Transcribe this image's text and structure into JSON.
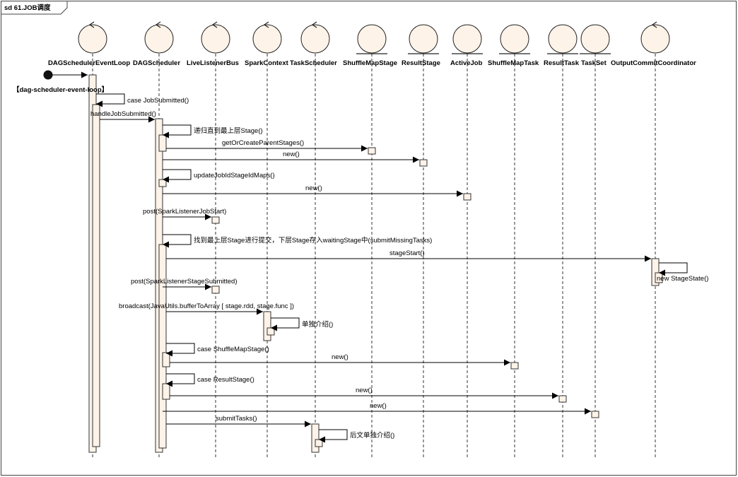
{
  "frame": {
    "title": "sd 61.JOB调度"
  },
  "colors": {
    "activation": "#fdf3e8",
    "lifeline_head": "#fdf3e8",
    "accent_text": "#cc0000",
    "line": "#000000"
  },
  "participants": [
    {
      "id": "loop",
      "label": "DAGSchedulerEventLoop",
      "icon": "control-icon"
    },
    {
      "id": "dag",
      "label": "DAGScheduler",
      "icon": "control-icon"
    },
    {
      "id": "llb",
      "label": "LiveListenerBus",
      "icon": "control-icon"
    },
    {
      "id": "sc",
      "label": "SparkContext",
      "icon": "control-icon"
    },
    {
      "id": "ts",
      "label": "TaskScheduler",
      "icon": "control-icon"
    },
    {
      "id": "sms",
      "label": "ShuffleMapStage",
      "icon": "entity-icon"
    },
    {
      "id": "rs",
      "label": "ResultStage",
      "icon": "entity-icon"
    },
    {
      "id": "aj",
      "label": "ActiveJob",
      "icon": "entity-icon"
    },
    {
      "id": "smt",
      "label": "ShuffleMapTask",
      "icon": "entity-icon"
    },
    {
      "id": "rt",
      "label": "ResultTask",
      "icon": "entity-icon"
    },
    {
      "id": "tset",
      "label": "TaskSet",
      "icon": "entity-icon"
    },
    {
      "id": "occ",
      "label": "OutputCommitCoordinator",
      "icon": "control-icon"
    }
  ],
  "thread_label": "【dag-scheduler-event-loop】",
  "messages": [
    {
      "id": "m1",
      "text": "case JobSubmitted()",
      "from": "loop",
      "to": "loop",
      "kind": "self"
    },
    {
      "id": "m2",
      "text": "handleJobSubmitted()",
      "from": "loop",
      "to": "dag",
      "kind": "call"
    },
    {
      "id": "m3",
      "text": "递归直到最上层Stage()",
      "from": "dag",
      "to": "dag",
      "kind": "self"
    },
    {
      "id": "m4",
      "text": "getOrCreateParentStages()",
      "from": "dag",
      "to": "sms",
      "kind": "call"
    },
    {
      "id": "m5",
      "text": "new()",
      "from": "dag",
      "to": "rs",
      "kind": "call"
    },
    {
      "id": "m6",
      "text": "updateJobIdStageIdMaps()",
      "from": "dag",
      "to": "dag",
      "kind": "self"
    },
    {
      "id": "m7",
      "text": "new()",
      "from": "dag",
      "to": "aj",
      "kind": "call"
    },
    {
      "id": "m8",
      "text": "post(SparkListenerJobStart)",
      "from": "dag",
      "to": "llb",
      "kind": "call"
    },
    {
      "id": "m9",
      "text": "找到最上层Stage进行提交，下层Stage存入waitingStage中(submitMissingTasks)",
      "from": "dag",
      "to": "dag",
      "kind": "self",
      "highlight": true
    },
    {
      "id": "m10",
      "text": "stageStart()",
      "from": "dag",
      "to": "occ",
      "kind": "call"
    },
    {
      "id": "m11",
      "text": "new StageState()",
      "from": "occ",
      "to": "occ",
      "kind": "self"
    },
    {
      "id": "m12",
      "text": "post(SparkListenerStageSubmitted)",
      "from": "dag",
      "to": "llb",
      "kind": "call"
    },
    {
      "id": "m13",
      "text": "broadcast(JavaUtils.bufferToArray [ stage.rdd, stage.func ])",
      "from": "dag",
      "to": "sc",
      "kind": "call"
    },
    {
      "id": "m14",
      "text": "单独介绍()",
      "from": "sc",
      "to": "sc",
      "kind": "self",
      "highlight": true
    },
    {
      "id": "m15",
      "text": "case ShuffleMapStage()",
      "from": "dag",
      "to": "dag",
      "kind": "self"
    },
    {
      "id": "m16",
      "text": "new()",
      "from": "dag",
      "to": "smt",
      "kind": "call"
    },
    {
      "id": "m17",
      "text": "case ResultStage()",
      "from": "dag",
      "to": "dag",
      "kind": "self"
    },
    {
      "id": "m18",
      "text": "new()",
      "from": "dag",
      "to": "rt",
      "kind": "call"
    },
    {
      "id": "m19",
      "text": "new()",
      "from": "dag",
      "to": "tset",
      "kind": "call"
    },
    {
      "id": "m20",
      "text": "submitTasks()",
      "from": "dag",
      "to": "ts",
      "kind": "call"
    },
    {
      "id": "m21",
      "text": "后文单独介绍()",
      "from": "ts",
      "to": "ts",
      "kind": "self",
      "highlight": true
    }
  ]
}
